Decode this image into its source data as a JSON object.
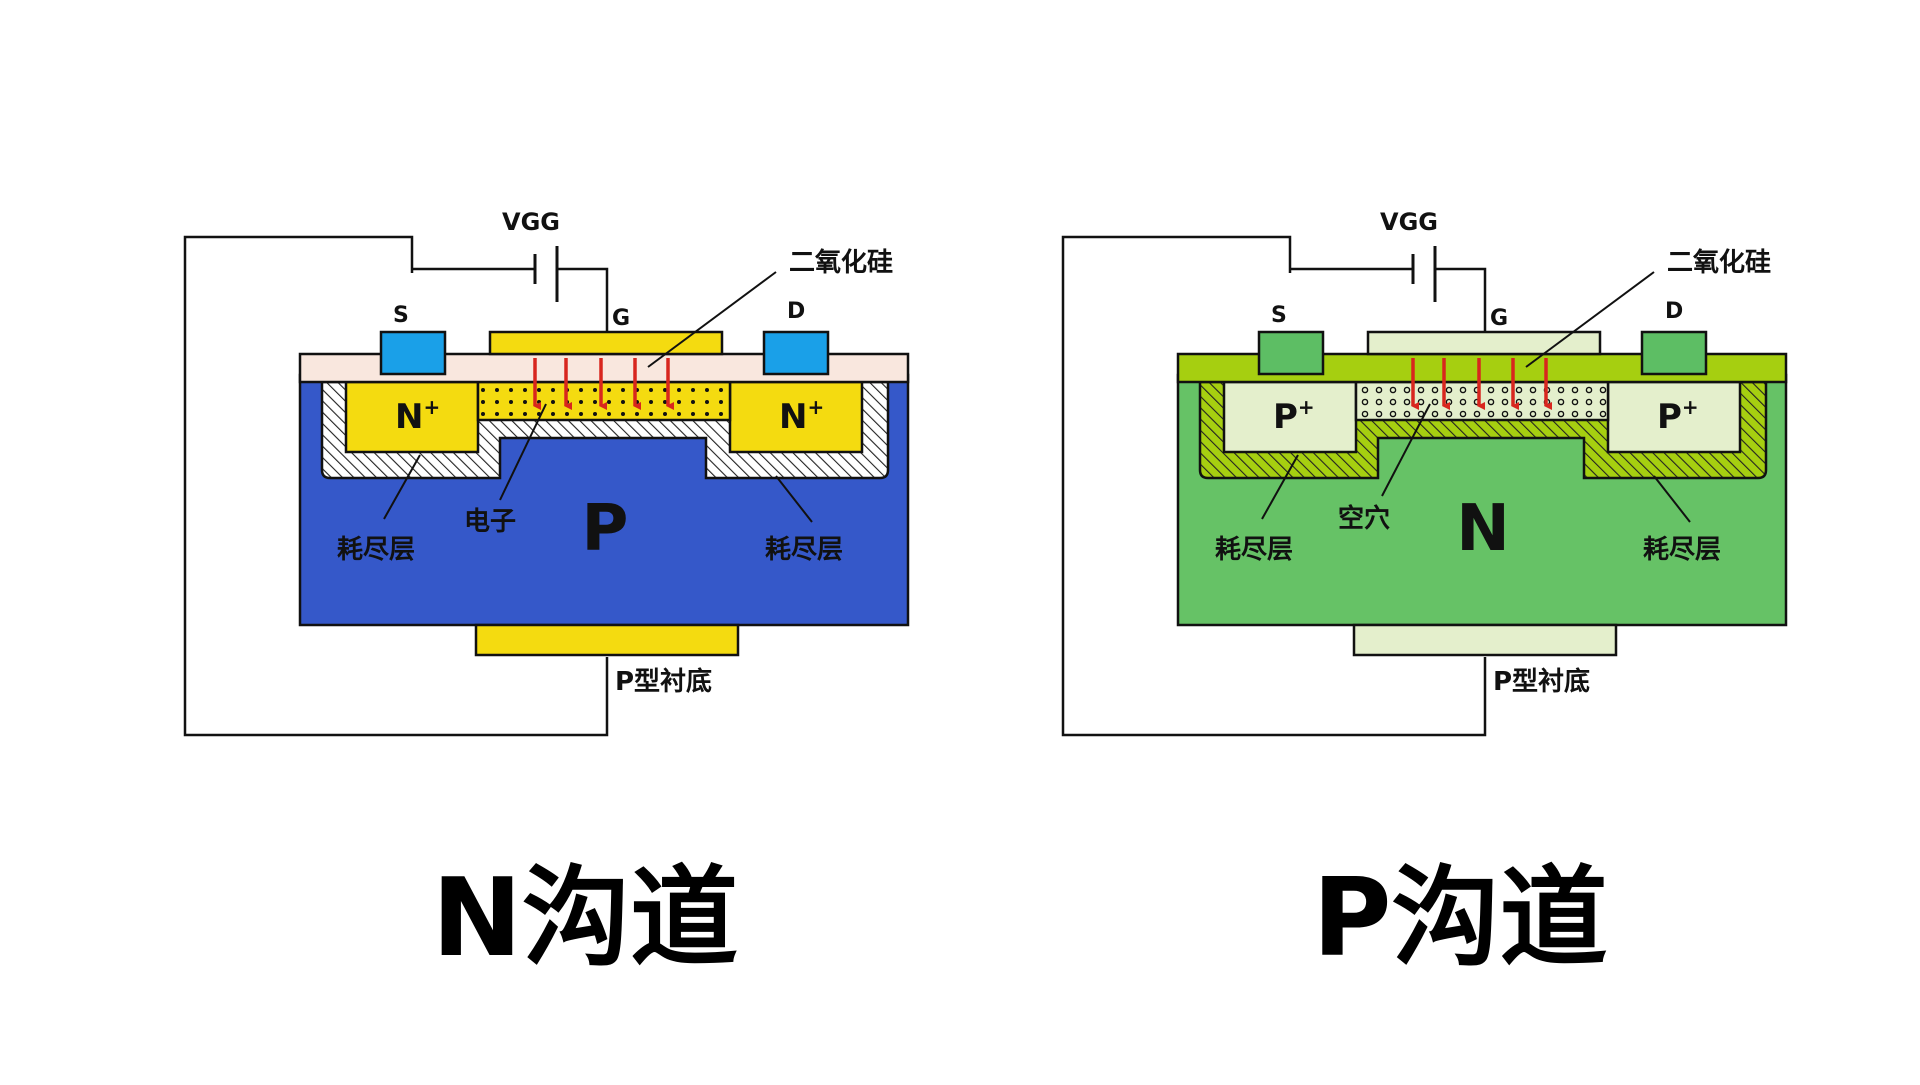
{
  "left": {
    "vgg": "VGG",
    "oxide": "二氧化硅",
    "s": "S",
    "g": "G",
    "d": "D",
    "region_left": "N",
    "region_left_sup": "+",
    "region_right": "N",
    "region_right_sup": "+",
    "carrier": "电子",
    "body": "P",
    "depl_left": "耗尽层",
    "depl_right": "耗尽层",
    "substrate": "P型衬底",
    "title": "N沟道",
    "colors": {
      "body": "#3558C9",
      "doped": "#F4DB10",
      "oxide": "#F9E7DE",
      "contact": "#1AA0E8",
      "gate": "#F4DB10",
      "sub_plate": "#F4DB10",
      "arrow": "#D8261E"
    }
  },
  "right": {
    "vgg": "VGG",
    "oxide": "二氧化硅",
    "s": "S",
    "g": "G",
    "d": "D",
    "region_left": "P",
    "region_left_sup": "+",
    "region_right": "P",
    "region_right_sup": "+",
    "carrier": "空穴",
    "body": "N",
    "depl_left": "耗尽层",
    "depl_right": "耗尽层",
    "substrate": "P型衬底",
    "title": "P沟道",
    "colors": {
      "body": "#66C266",
      "doped": "#E4EFCC",
      "oxide": "#A6CF10",
      "contact": "#5DBE64",
      "gate": "#E4EFCC",
      "sub_plate": "#E4EFCC",
      "arrow": "#D8261E"
    }
  }
}
